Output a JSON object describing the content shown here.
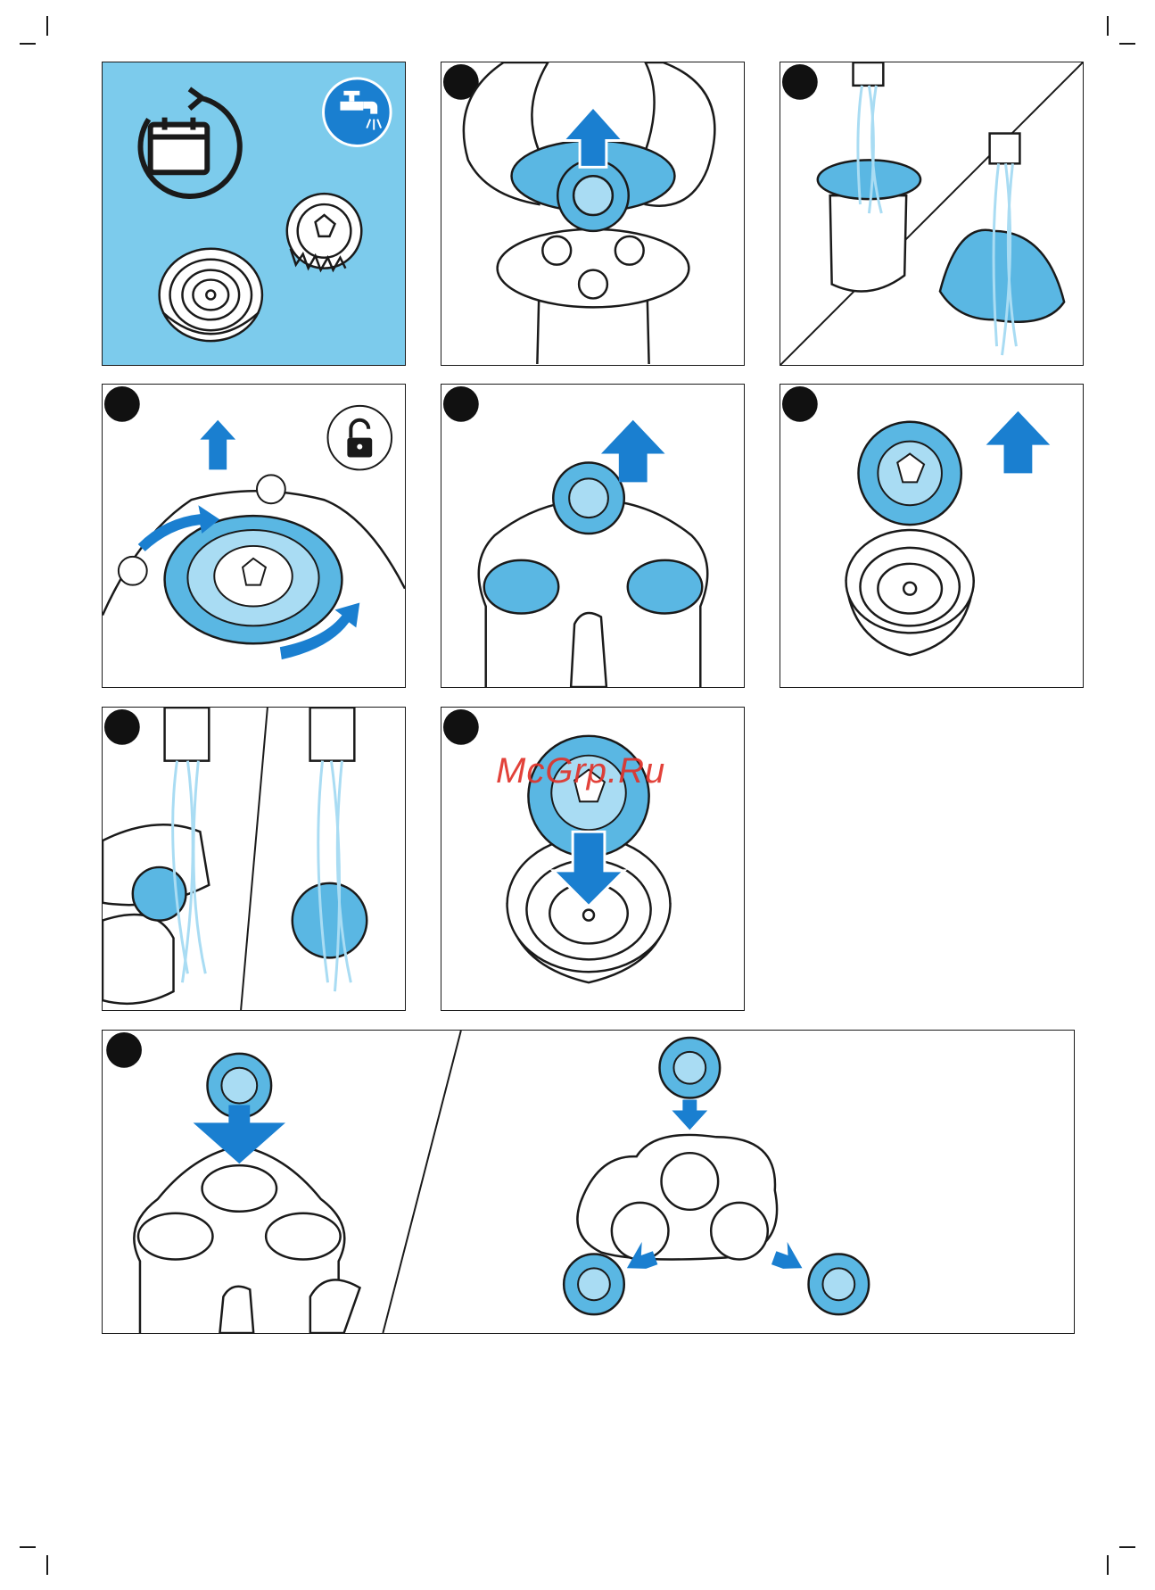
{
  "page": {
    "watermark": "McGrp.Ru"
  },
  "colors": {
    "panel_bg": "#7ccbec",
    "accent_blue": "#1a7fd0",
    "part_blue": "#5ab7e3",
    "water": "#a9dcf3",
    "line": "#1a1a1a",
    "step_bullet": "#111111"
  },
  "icons": {
    "schedule": "calendar-refresh-icon",
    "rinse": "faucet-icon",
    "unlock": "unlock-icon"
  },
  "panels": [
    {
      "id": "intro",
      "name": "panel-intro",
      "has_bullet": false
    },
    {
      "id": "step-1",
      "name": "panel-remove-shaving-unit",
      "has_bullet": true
    },
    {
      "id": "step-2",
      "name": "panel-rinse-holder",
      "has_bullet": true
    },
    {
      "id": "step-3",
      "name": "panel-unlock-retaining-frame",
      "has_bullet": true
    },
    {
      "id": "step-4",
      "name": "panel-remove-shaving-head",
      "has_bullet": true
    },
    {
      "id": "step-5",
      "name": "panel-separate-cutter",
      "has_bullet": true
    },
    {
      "id": "step-6",
      "name": "panel-rinse-parts",
      "has_bullet": true
    },
    {
      "id": "step-7",
      "name": "panel-reinsert-cutter",
      "has_bullet": true
    },
    {
      "id": "step-8",
      "name": "panel-place-heads",
      "has_bullet": true
    }
  ]
}
